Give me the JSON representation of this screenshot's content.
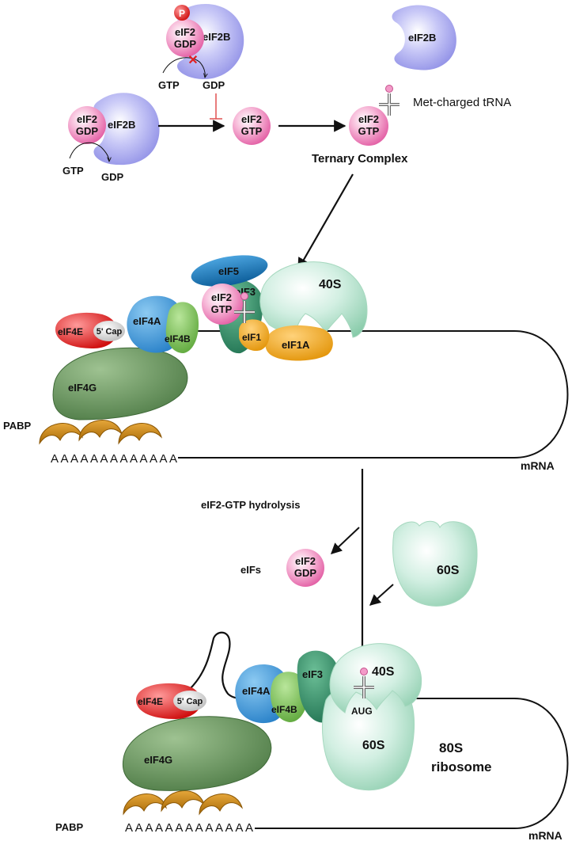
{
  "top": {
    "inhibited_complex": {
      "phospho": "P",
      "eif2_line1": "eIF2",
      "eif2_line2": "GDP",
      "eif2b": "eIF2B",
      "gtp": "GTP",
      "gdp": "GDP"
    },
    "active_complex": {
      "eif2_line1": "eIF2",
      "eif2_line2": "GDP",
      "eif2b": "eIF2B",
      "gtp": "GTP",
      "gdp": "GDP"
    },
    "eif2_gtp": {
      "line1": "eIF2",
      "line2": "GTP"
    },
    "free_eif2b": "eIF2B",
    "ternary": {
      "line1": "eIF2",
      "line2": "GTP",
      "trna_label": "Met-charged tRNA",
      "title": "Ternary Complex"
    }
  },
  "complex43s": {
    "eif5": "eIF5",
    "eif3": "eIF3",
    "s40": "40S",
    "eif2_line1": "eIF2",
    "eif2_line2": "GTP",
    "eif4a": "eIF4A",
    "eif4b": "eIF4B",
    "eif4e": "eIF4E",
    "cap": "5' Cap",
    "eif1": "eIF1",
    "eif1a": "eIF1A",
    "eif4g": "eIF4G",
    "pabp": "PABP",
    "polya": "AAAAAAAAAAAAA",
    "mrna": "mRNA"
  },
  "middle": {
    "hydrolysis": "eIF2-GTP hydrolysis",
    "eifs": "eIFs",
    "eif2_line1": "eIF2",
    "eif2_line2": "GDP",
    "s60": "60S"
  },
  "ribosome80s": {
    "eif4e": "eIF4E",
    "cap": "5' Cap",
    "eif4a": "eIF4A",
    "eif4b": "eIF4B",
    "eif3": "eIF3",
    "s40": "40S",
    "aug": "AUG",
    "s60": "60S",
    "label_line1": "80S",
    "label_line2": "ribosome",
    "eif4g": "eIF4G",
    "pabp": "PABP",
    "polya": "AAAAAAAAAAAAA",
    "mrna": "mRNA"
  },
  "colors": {
    "eif2": "#ee82b8",
    "eif2b": "#9f9ff0",
    "s40": "#a8dcc4",
    "eif5": "#1a78b8",
    "eif3": "#2e8b68",
    "eif4a": "#3d97d8",
    "eif4b": "#7cc458",
    "eif4e": "#e02020",
    "eif1": "#f0a010",
    "eif4g": "#5f8f55",
    "pabp": "#c8860c",
    "inhibit": "#e05050",
    "phospho": "#d81010"
  }
}
